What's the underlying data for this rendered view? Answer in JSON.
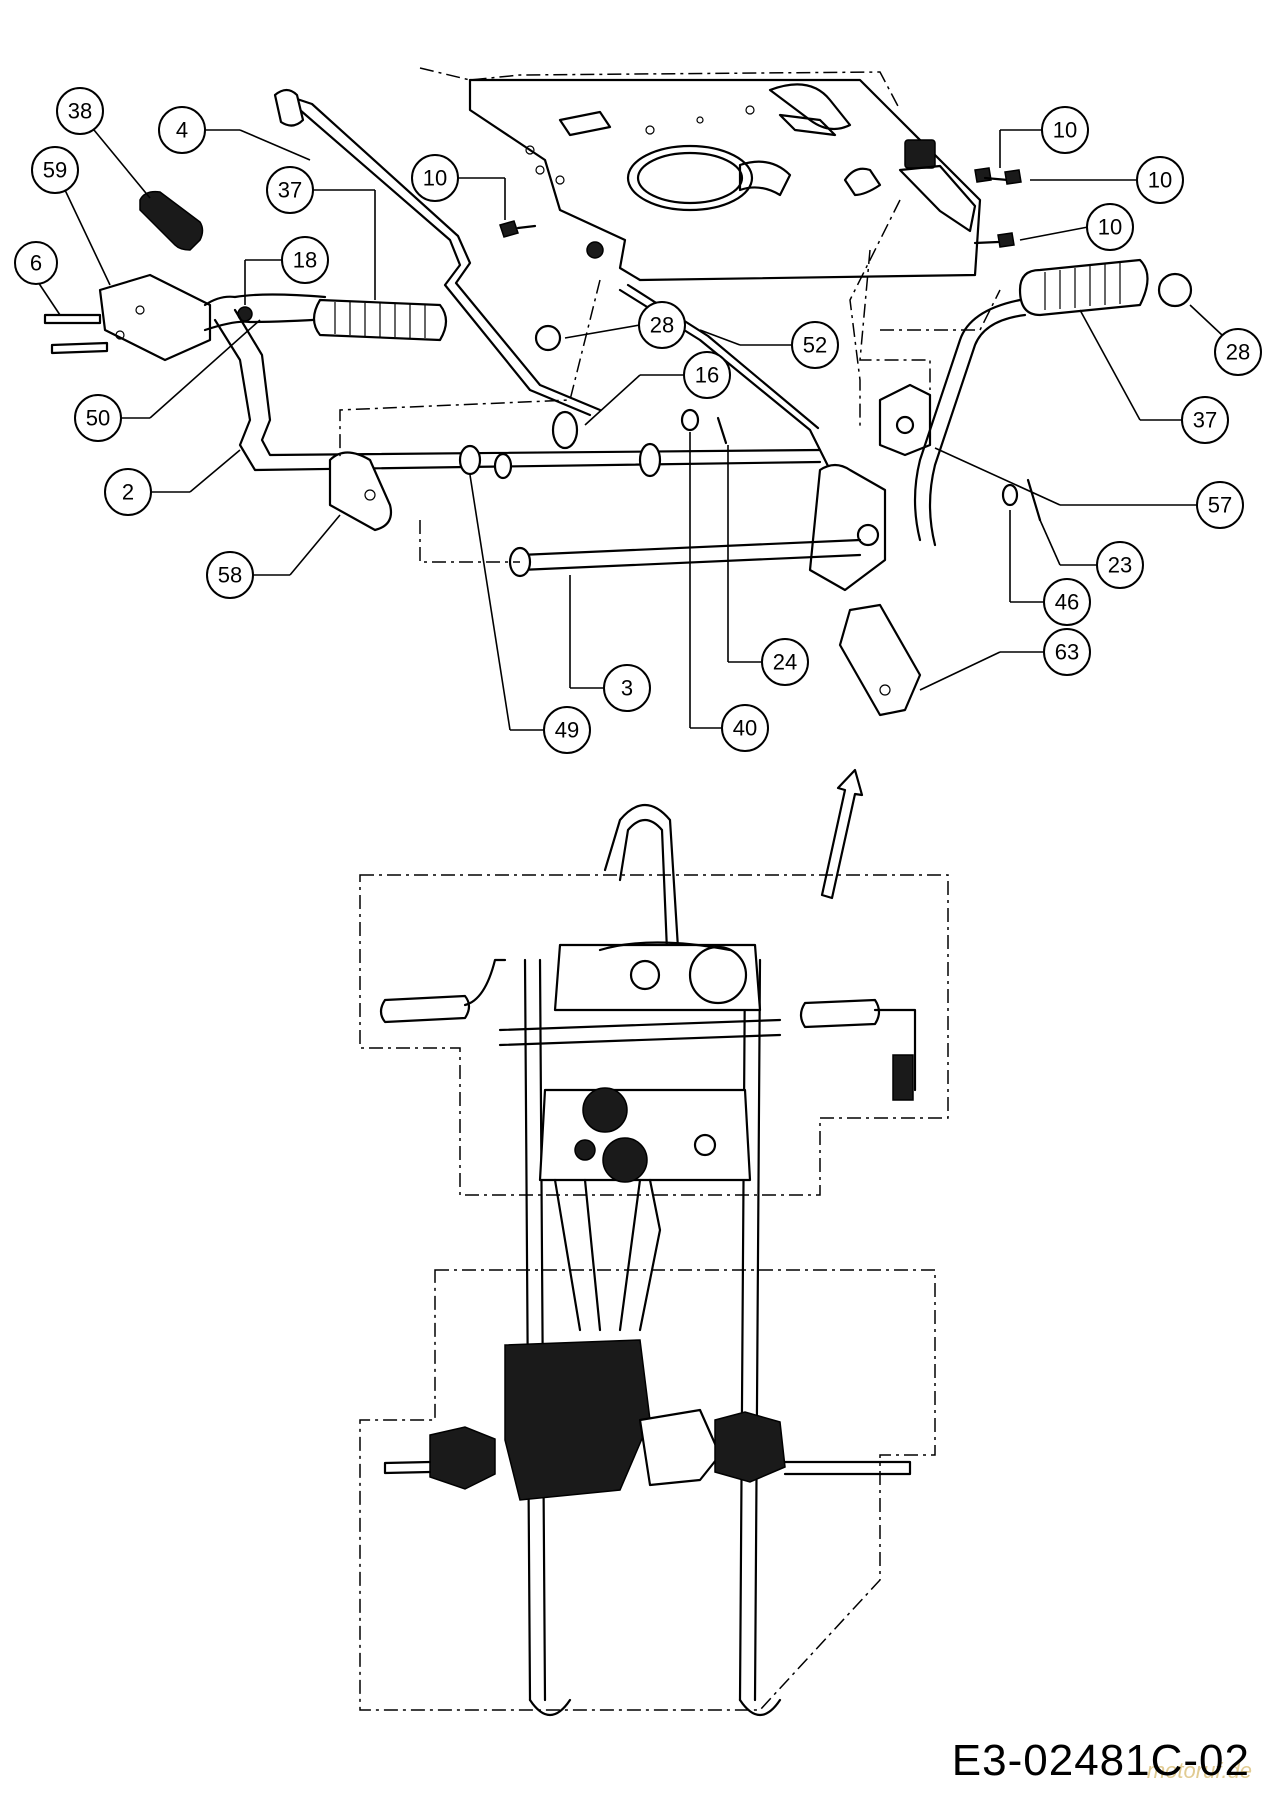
{
  "callouts": [
    {
      "id": "c38",
      "label": "38"
    },
    {
      "id": "c4",
      "label": "4"
    },
    {
      "id": "c59",
      "label": "59"
    },
    {
      "id": "c37a",
      "label": "37"
    },
    {
      "id": "c6",
      "label": "6"
    },
    {
      "id": "c18",
      "label": "18"
    },
    {
      "id": "c10a",
      "label": "10"
    },
    {
      "id": "c10b",
      "label": "10"
    },
    {
      "id": "c10c",
      "label": "10"
    },
    {
      "id": "c10d",
      "label": "10"
    },
    {
      "id": "c28a",
      "label": "28"
    },
    {
      "id": "c28b",
      "label": "28"
    },
    {
      "id": "c52",
      "label": "52"
    },
    {
      "id": "c16",
      "label": "16"
    },
    {
      "id": "c50",
      "label": "50"
    },
    {
      "id": "c37b",
      "label": "37"
    },
    {
      "id": "c2",
      "label": "2"
    },
    {
      "id": "c57",
      "label": "57"
    },
    {
      "id": "c23",
      "label": "23"
    },
    {
      "id": "c58",
      "label": "58"
    },
    {
      "id": "c46",
      "label": "46"
    },
    {
      "id": "c63",
      "label": "63"
    },
    {
      "id": "c24",
      "label": "24"
    },
    {
      "id": "c3",
      "label": "3"
    },
    {
      "id": "c49",
      "label": "49"
    },
    {
      "id": "c40",
      "label": "40"
    }
  ],
  "reference_code": "E3-02481C-02",
  "watermark": "motoruf.de"
}
